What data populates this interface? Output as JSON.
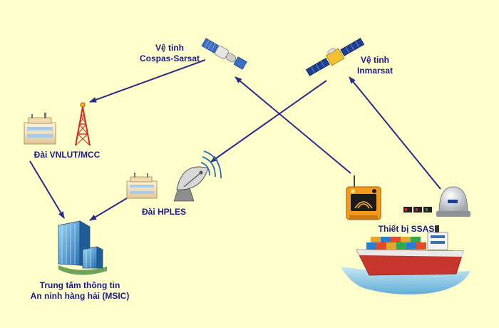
{
  "labels": {
    "cospas": [
      "Vệ tinh",
      "Cospas-Sarsat"
    ],
    "inmarsat": [
      "Vệ tinh",
      "Inmarsat"
    ],
    "vnlut": "Đài VNLUT/MCC",
    "hples": "Đài HPLES",
    "ssas": "Thiết bị SSAS",
    "msic": [
      "Trung tâm thông tin",
      "An ninh hàng hải (MSIC)"
    ]
  },
  "icons": {
    "cospas": "satellite-icon",
    "inmarsat": "satellite-icon",
    "vnlut_building": "building-icon",
    "vnlut_tower": "radio-tower-icon",
    "hples_building": "building-icon",
    "hples_dish": "satellite-dish-icon",
    "msic": "skyscraper-icon",
    "ssas_beacon": "beacon-icon",
    "ssas_dome": "antenna-dome-icon",
    "ssas_ship": "container-ship-icon"
  },
  "colors": {
    "background": "#ffffcc",
    "arrow": "#2a2a8a",
    "label": "#1a1a8c"
  }
}
